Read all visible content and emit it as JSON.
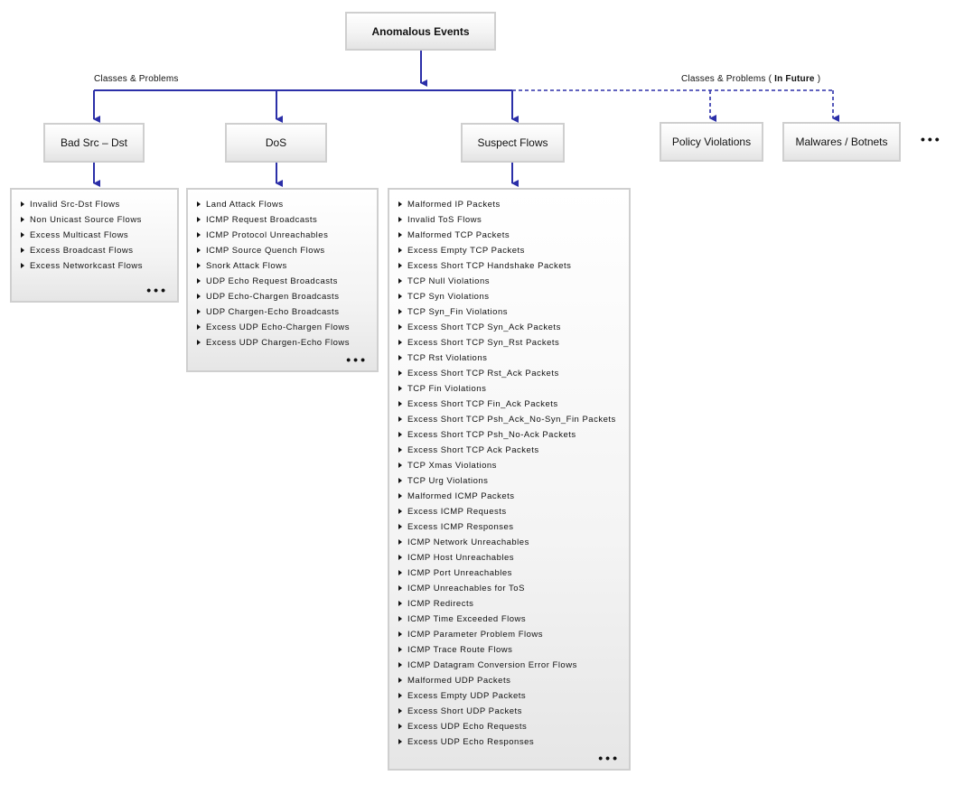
{
  "root": {
    "label": "Anomalous Events"
  },
  "edge_labels": {
    "current": "Classes & Problems",
    "future_prefix": "Classes & Problems (",
    "future_bold": "In Future",
    "future_suffix": ")"
  },
  "colors": {
    "connector": "#2b2fa8",
    "box_border": "#cfcfcf"
  },
  "categories": [
    {
      "label": "Bad Src – Dst",
      "items": [
        "Invalid Src-Dst Flows",
        "Non Unicast Source Flows",
        "Excess Multicast Flows",
        "Excess Broadcast Flows",
        "Excess Networkcast Flows"
      ],
      "more": "•••"
    },
    {
      "label": "DoS",
      "items": [
        "Land Attack Flows",
        "ICMP Request Broadcasts",
        "ICMP Protocol Unreachables",
        "ICMP Source Quench Flows",
        "Snork Attack Flows",
        "UDP Echo Request Broadcasts",
        "UDP Echo-Chargen Broadcasts",
        "UDP Chargen-Echo Broadcasts",
        "Excess UDP Echo-Chargen Flows",
        "Excess UDP Chargen-Echo Flows"
      ],
      "more": "•••"
    },
    {
      "label": "Suspect Flows",
      "items": [
        "Malformed IP Packets",
        "Invalid ToS Flows",
        "Malformed TCP Packets",
        "Excess Empty TCP Packets",
        "Excess Short TCP Handshake Packets",
        "TCP Null Violations",
        "TCP Syn Violations",
        "TCP Syn_Fin Violations",
        "Excess Short TCP Syn_Ack Packets",
        "Excess Short TCP Syn_Rst Packets",
        "TCP Rst Violations",
        "Excess Short TCP Rst_Ack Packets",
        "TCP Fin Violations",
        "Excess Short TCP Fin_Ack Packets",
        "Excess Short TCP Psh_Ack_No-Syn_Fin Packets",
        "Excess Short TCP Psh_No-Ack Packets",
        "Excess Short TCP Ack Packets",
        "TCP Xmas Violations",
        "TCP Urg Violations",
        "Malformed ICMP Packets",
        "Excess ICMP Requests",
        "Excess ICMP Responses",
        "ICMP Network Unreachables",
        "ICMP Host Unreachables",
        "ICMP Port Unreachables",
        "ICMP Unreachables for ToS",
        "ICMP Redirects",
        "ICMP Time Exceeded Flows",
        "ICMP Parameter Problem Flows",
        "ICMP Trace Route Flows",
        "ICMP Datagram Conversion Error Flows",
        "Malformed UDP Packets",
        "Excess Empty UDP Packets",
        "Excess Short UDP Packets",
        "Excess UDP Echo Requests",
        "Excess UDP Echo Responses"
      ],
      "more": "•••"
    }
  ],
  "future_categories": [
    {
      "label": "Policy Violations"
    },
    {
      "label": "Malwares / Botnets"
    }
  ],
  "more_categories": "•••"
}
